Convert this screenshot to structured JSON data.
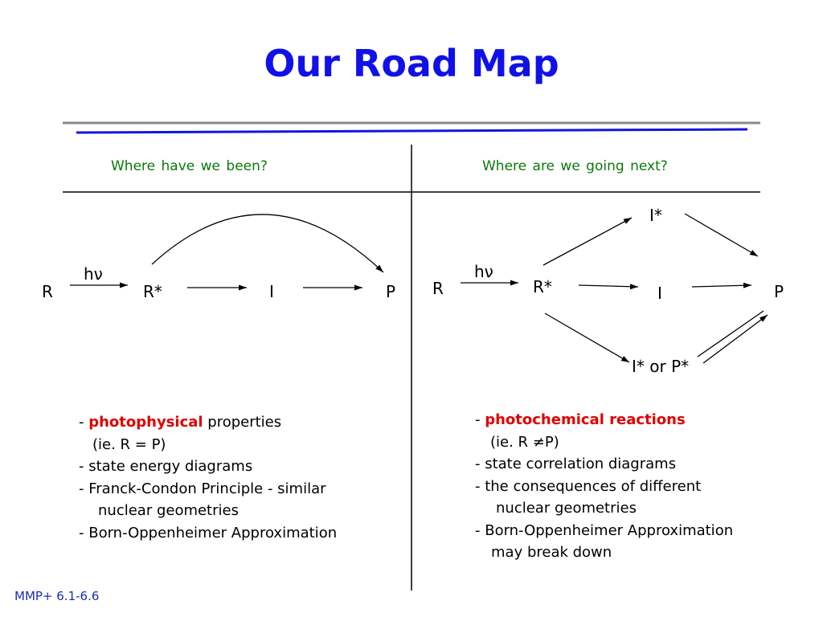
{
  "title": "Our Road Map",
  "colors": {
    "title": "#1010e8",
    "heading": "#0a7a0a",
    "highlight": "#e00000",
    "rule_blue": "#1414e0",
    "rule_gray": "#8a8a8a"
  },
  "left": {
    "heading": "Where have we been?",
    "diagram": {
      "r": "R",
      "hv": "hν",
      "r_star": "R*",
      "i": "I",
      "p": "P"
    },
    "list": {
      "dash1": "- ",
      "highlight": "photophysical",
      "line1_rest": " properties",
      "line2": "(ie. R = P)",
      "line3": "-  state energy diagrams",
      "line4": "-  Franck-Condon Principle - similar",
      "line5": "nuclear geometries",
      "line6": "-  Born-Oppenheimer Approximation"
    }
  },
  "right": {
    "heading": "Where are we going next?",
    "diagram": {
      "r": "R",
      "hv": "hν",
      "r_star": "R*",
      "i": "I",
      "p": "P",
      "i_star": "I*",
      "bottom": "I* or P*"
    },
    "list": {
      "dash1": "- ",
      "highlight": "photochemical reactions",
      "line2": "(ie. R ≠P)",
      "line3": "-  state correlation diagrams",
      "line4": "-  the consequences of different",
      "line5": "nuclear geometries",
      "line6": "-  Born-Oppenheimer Approximation",
      "line7": "may break down"
    }
  },
  "footer": "MMP+ 6.1-6.6"
}
